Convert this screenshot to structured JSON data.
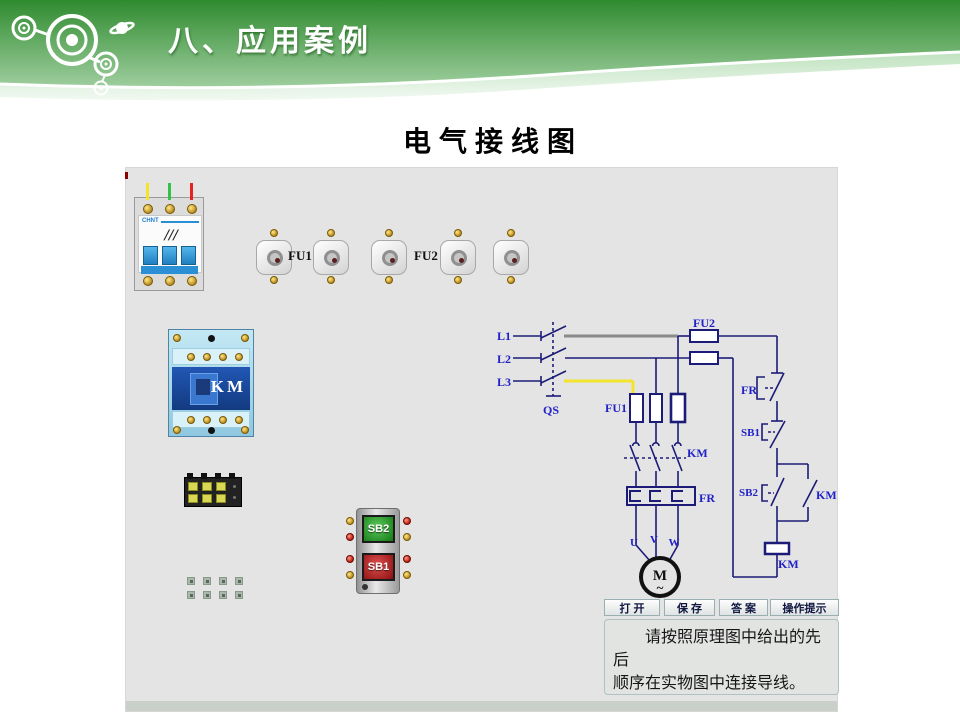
{
  "header": {
    "title": "八、应用案例"
  },
  "page": {
    "subtitle": "电气接线图"
  },
  "app": {
    "breaker": {
      "brand": "CHNT"
    },
    "fuse_labels": {
      "fu1": "FU1",
      "fu2": "FU2"
    },
    "contactor": {
      "label": "KM"
    },
    "station": {
      "sb2": "SB2",
      "sb1": "SB1"
    },
    "schematic": {
      "l1": "L1",
      "l2": "L2",
      "l3": "L3",
      "qs": "QS",
      "fu1": "FU1",
      "fu2": "FU2",
      "km_main": "KM",
      "fr_main": "FR",
      "u": "U",
      "v": "V",
      "w": "W",
      "motor_m": "M",
      "motor_tilde": "~",
      "fr_ctrl": "FR",
      "sb1": "SB1",
      "sb2": "SB2",
      "km_aux": "KM",
      "km_coil": "KM"
    },
    "toolbar": {
      "buttons": [
        "打 开",
        "保 存",
        "答 案",
        "操作提示"
      ]
    },
    "message": {
      "line1": "请按照原理图中给出的先后",
      "line2": "顺序在实物图中连接导线。"
    }
  },
  "colors": {
    "header_green_dark": "#2f8b2f",
    "header_green_light": "#9fce9f",
    "panel_gray": "#e4e4e4",
    "schematic_line": "#1c1c78",
    "schematic_label_blue": "#2121c8",
    "wire_yellow": "#f2e42c",
    "wire_green": "#35c04a",
    "wire_red": "#e82020",
    "wire_gray": "#8a8a8a",
    "button_green": "#147a14",
    "button_red": "#8a0f0f"
  }
}
